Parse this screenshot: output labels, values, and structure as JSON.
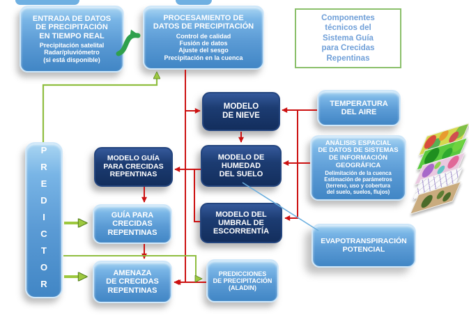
{
  "legend": {
    "text": "Componentes\ntécnicos del\nSistema Guía\npara Crecidas\nRepentinas"
  },
  "nodes": {
    "entrada": {
      "title": "ENTRADA DE DATOS\nDE PRECIPITACIÓN\nEN TIEMPO REAL",
      "subtitle": "Precipitación satelital\nRadar/pluviómetro\n(si está disponible)"
    },
    "procesamiento": {
      "title": "PROCESAMIENTO DE\nDATOS DE PRECIPITACIÓN",
      "subtitle": "Control de calidad\nFusión de datos\nAjuste del sesgo\nPrecipitación en la cuenca"
    },
    "predictor": {
      "title": "PREDICTOR"
    },
    "modelo_nieve": {
      "title": "MODELO\nDE NIEVE"
    },
    "modelo_humedad": {
      "title": "MODELO DE\nHUMEDAD\nDEL SUELO"
    },
    "modelo_umbral": {
      "title": "MODELO DEL\nUMBRAL DE\nESCORRENTÍA"
    },
    "modelo_guia": {
      "title": "MODELO GUÍA\nPARA CRECIDAS\nREPENTINAS"
    },
    "guia": {
      "title": "GUÍA PARA\nCRECIDAS\nREPENTINAS"
    },
    "amenaza": {
      "title": "AMENAZA\nDE CRECIDAS\nREPENTINAS"
    },
    "predicciones": {
      "title": "PREDICCIONES\nDE PRECIPITACIÓN\n(ALADIN)"
    },
    "temperatura": {
      "title": "TEMPERATURA\nDEL AIRE"
    },
    "gis": {
      "title": "ANÁLISIS ESPACIAL\nDE DATOS DE SISTEMAS\nDE INFORMACIÓN\nGEOGRÁFICA",
      "subtitle": "Delimitación de la cuenca\nEstimación de parámetros\n(terreno, uso y cobertura\ndel suelo, suelos, flujos)"
    },
    "evapotranspiracion": {
      "title": "EVAPOTRANSPIRACIÓN\nPOTENCIAL"
    }
  },
  "icons": {
    "gis_layer_stack": "stacked-map-layers"
  },
  "colors": {
    "light_blue_box": "#5b9bd5",
    "dark_navy_box": "#16356c",
    "red_arrow": "#cc1111",
    "green_arrow": "#8fbe3f",
    "curved_green_arrow": "#2fa04c",
    "blue_line": "#6aaede",
    "legend_border": "#8abf6a",
    "legend_text": "#6f9fd8"
  }
}
